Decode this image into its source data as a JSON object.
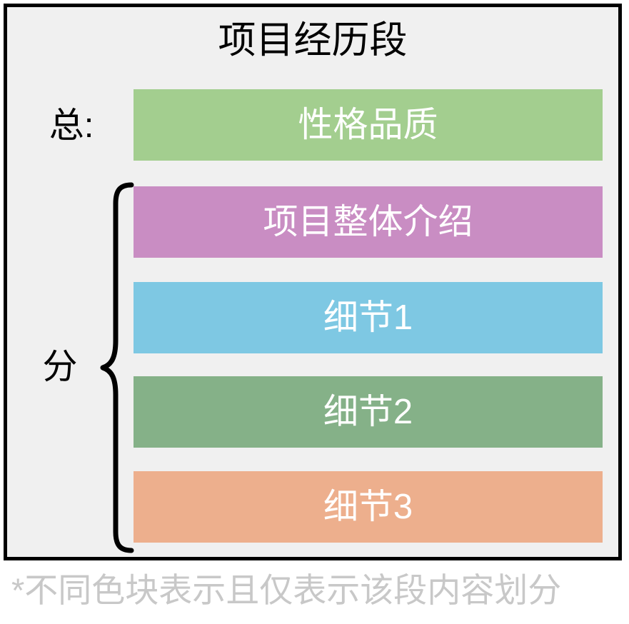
{
  "panel": {
    "title": "项目经历段",
    "border_color": "#000000",
    "background_color": "#f0f0f0"
  },
  "labels": {
    "total": "总:",
    "detail": "分"
  },
  "brace": {
    "name": "left-curly-brace",
    "color": "#000000",
    "groups_items": [
      "项目整体介绍",
      "细节1",
      "细节2",
      "细节3"
    ]
  },
  "bars": [
    {
      "label": "性格品质",
      "color": "#a3ce8f",
      "text_color": "#ffffff",
      "group": "总"
    },
    {
      "label": "项目整体介绍",
      "color": "#c98dc3",
      "text_color": "#ffffff",
      "group": "分"
    },
    {
      "label": "细节1",
      "color": "#7ec8e3",
      "text_color": "#ffffff",
      "group": "分"
    },
    {
      "label": "细节2",
      "color": "#85b188",
      "text_color": "#ffffff",
      "group": "分"
    },
    {
      "label": "细节3",
      "color": "#edaf8d",
      "text_color": "#ffffff",
      "group": "分"
    }
  ],
  "footnote": {
    "text": "*不同色块表示且仅表示该段内容划分",
    "color": "#c8c8c8"
  }
}
